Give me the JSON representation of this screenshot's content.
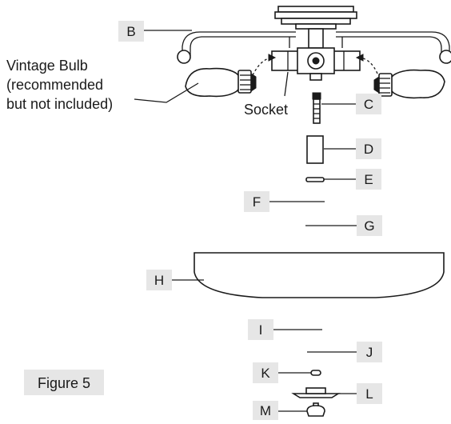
{
  "figure_label": "Figure 5",
  "bulb_note": [
    "Vintage Bulb",
    "(recommended",
    "but not included)"
  ],
  "socket_label": "Socket",
  "callouts": {
    "B": "B",
    "C": "C",
    "D": "D",
    "E": "E",
    "F": "F",
    "G": "G",
    "H": "H",
    "I": "I",
    "J": "J",
    "K": "K",
    "L": "L",
    "M": "M"
  }
}
